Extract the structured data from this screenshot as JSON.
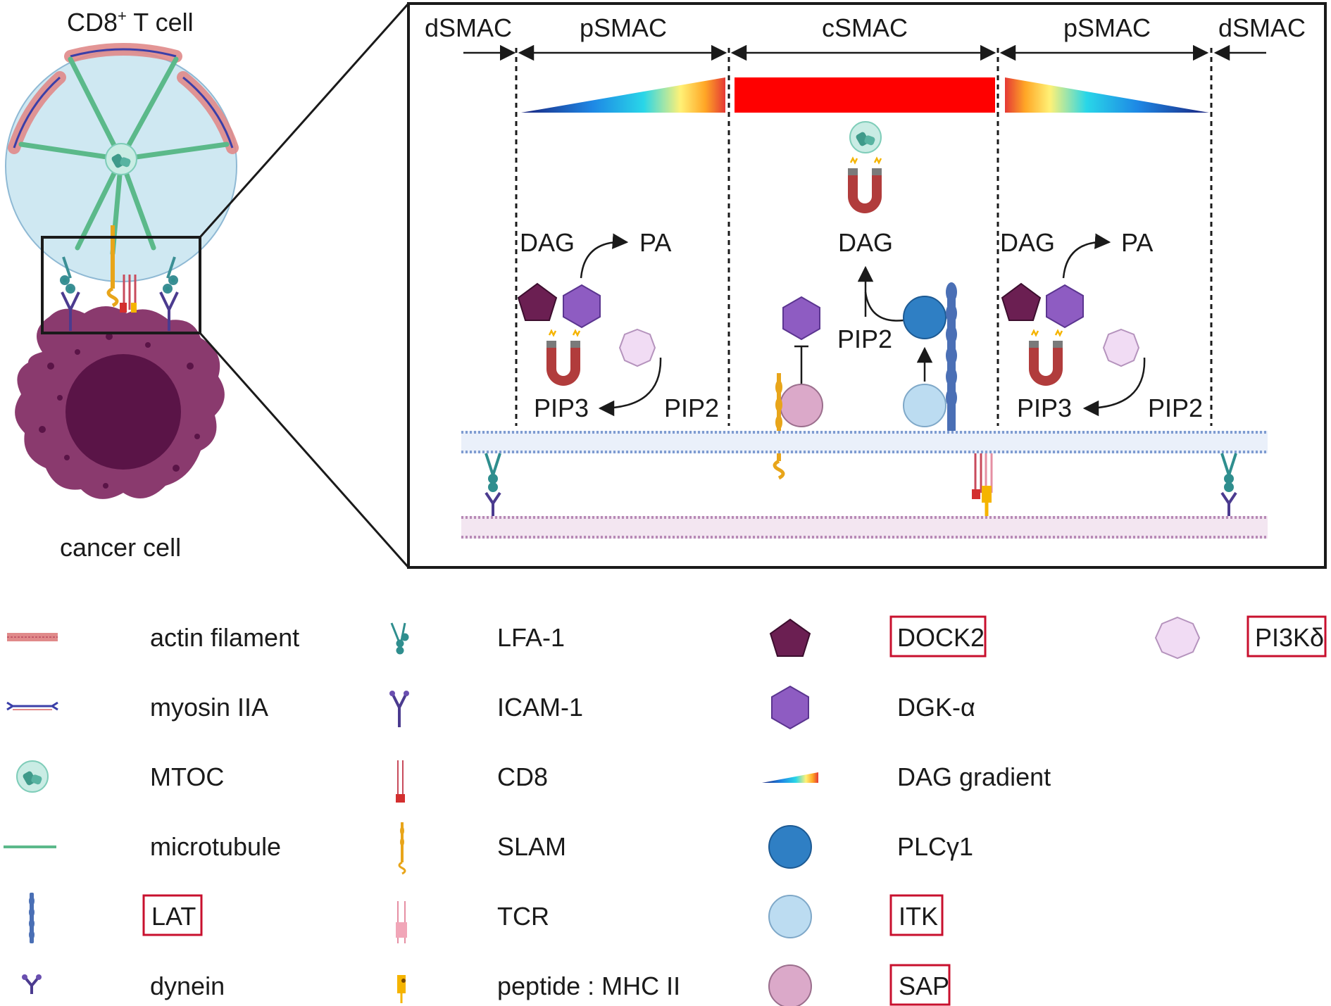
{
  "left_panel": {
    "t_cell_label": "CD8",
    "t_cell_label_sup": "+",
    "t_cell_label_suffix": " T cell",
    "cancer_cell_label": "cancer cell"
  },
  "zoom_panel": {
    "zones": [
      "dSMAC",
      "pSMAC",
      "cSMAC",
      "pSMAC",
      "dSMAC"
    ],
    "left_pSMAC": {
      "dag": "DAG",
      "pa": "PA",
      "pip3": "PIP3",
      "pip2": "PIP2"
    },
    "cSMAC": {
      "dag": "DAG",
      "pip2": "PIP2"
    },
    "right_pSMAC": {
      "dag": "DAG",
      "pa": "PA",
      "pip3": "PIP3",
      "pip2": "PIP2"
    }
  },
  "legend": {
    "col1": [
      {
        "icon": "actin-filament-icon",
        "label": "actin filament",
        "boxed": false
      },
      {
        "icon": "myosin-icon",
        "label": "myosin IIA",
        "boxed": false
      },
      {
        "icon": "mtoc-icon",
        "label": "MTOC",
        "boxed": false
      },
      {
        "icon": "microtubule-icon",
        "label": "microtubule",
        "boxed": false
      },
      {
        "icon": "lat-icon",
        "label": "LAT",
        "boxed": true
      },
      {
        "icon": "dynein-icon",
        "label": "dynein",
        "boxed": false
      }
    ],
    "col2": [
      {
        "icon": "lfa1-icon",
        "label": "LFA-1",
        "boxed": false
      },
      {
        "icon": "icam1-icon",
        "label": "ICAM-1",
        "boxed": false
      },
      {
        "icon": "cd8-icon",
        "label": "CD8",
        "boxed": false
      },
      {
        "icon": "slam-icon",
        "label": "SLAM",
        "boxed": false
      },
      {
        "icon": "tcr-icon",
        "label": "TCR",
        "boxed": false
      },
      {
        "icon": "mhc-icon",
        "label": "peptide : MHC II",
        "boxed": false
      }
    ],
    "col3": [
      {
        "icon": "dock2-pentagon-icon",
        "label": "DOCK2",
        "boxed": true
      },
      {
        "icon": "dgk-hexagon-icon",
        "label": "DGK-α",
        "boxed": false
      },
      {
        "icon": "dag-gradient-icon",
        "label": "DAG gradient",
        "boxed": false
      },
      {
        "icon": "plcg1-circle-icon",
        "label": "PLCγ1",
        "boxed": false
      },
      {
        "icon": "itk-circle-icon",
        "label": "ITK",
        "boxed": true
      },
      {
        "icon": "sap-circle-icon",
        "label": "SAP",
        "boxed": true
      }
    ],
    "col4": [
      {
        "icon": "pi3k-octagon-icon",
        "label": "PI3Kδ",
        "boxed": true
      }
    ]
  },
  "colors": {
    "dock2": "#6b1f52",
    "dgk": "#8e5cc2",
    "pi3k": "#f1dcf4",
    "plcg1": "#2f7fc4",
    "itk": "#bcdcf1",
    "sap": "#dba9c9",
    "magnet": "#b13c3c",
    "cancer": "#8a3a6e",
    "nucleus": "#5a1447",
    "tcell": "#cfe8f2",
    "microtubule": "#5bb98a",
    "highlight_box": "#c8102e"
  }
}
